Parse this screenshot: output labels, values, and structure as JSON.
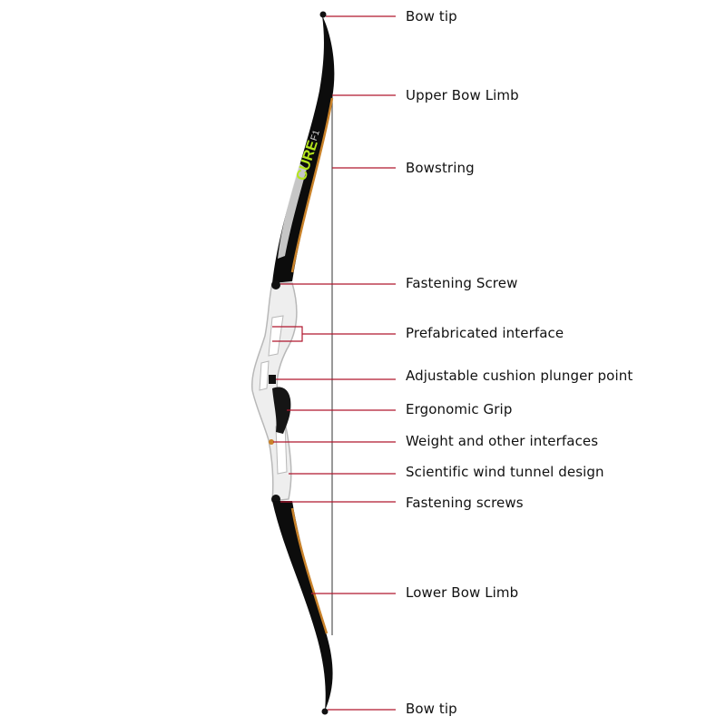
{
  "title": "",
  "colors": {
    "leader": "#b0172f",
    "limb": "#0c0c0c",
    "limb_edge": "#c9822a",
    "riser": "#eeeeee",
    "riser_shade": "#b8b8b8",
    "logo": "#b5e61d",
    "grip": "#151515",
    "string": "#444444",
    "text": "#111111"
  },
  "limb_logo": "CURE",
  "limb_logo_suffix": "F1",
  "labels": [
    {
      "id": "bow-tip-top",
      "text": "Bow tip"
    },
    {
      "id": "upper-bow-limb",
      "text": "Upper Bow Limb"
    },
    {
      "id": "bowstring",
      "text": "Bowstring"
    },
    {
      "id": "fastening-screw",
      "text": "Fastening Screw"
    },
    {
      "id": "prefabricated-interface",
      "text": "Prefabricated interface"
    },
    {
      "id": "cushion-plunger-point",
      "text": "Adjustable cushion plunger point"
    },
    {
      "id": "ergonomic-grip",
      "text": "Ergonomic Grip"
    },
    {
      "id": "weight-interfaces",
      "text": "Weight and other interfaces"
    },
    {
      "id": "wind-tunnel-design",
      "text": "Scientific wind tunnel design"
    },
    {
      "id": "fastening-screws",
      "text": "Fastening screws"
    },
    {
      "id": "lower-bow-limb",
      "text": "Lower Bow Limb"
    },
    {
      "id": "bow-tip-bottom",
      "text": "Bow tip"
    }
  ]
}
